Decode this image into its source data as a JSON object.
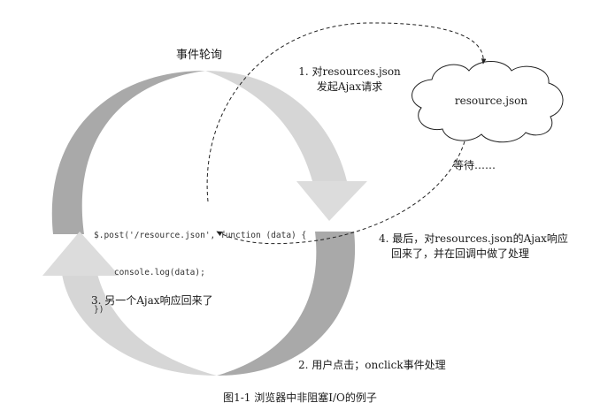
{
  "diagram": {
    "title": "事件轮询",
    "cloud_label": "resource.json",
    "code_lines": [
      "$.post('/resource.json', function (data) {",
      "    console.log(data);",
      "})"
    ],
    "steps": {
      "step1": [
        "1. 对resources.json",
        "发起Ajax请求"
      ],
      "waiting": "等待……",
      "step4": [
        "4. 最后，对resources.json的Ajax响应",
        "回来了，并在回调中做了处理"
      ],
      "step3": "3. 另一个Ajax响应回来了",
      "step2": "2. 用户点击；onclick事件处理"
    },
    "caption": "图1-1   浏览器中非阻塞I/O的例子",
    "colors": {
      "dark_band": "#a9a9a9",
      "light_band": "#dcdcdc",
      "line": "#222222"
    }
  }
}
